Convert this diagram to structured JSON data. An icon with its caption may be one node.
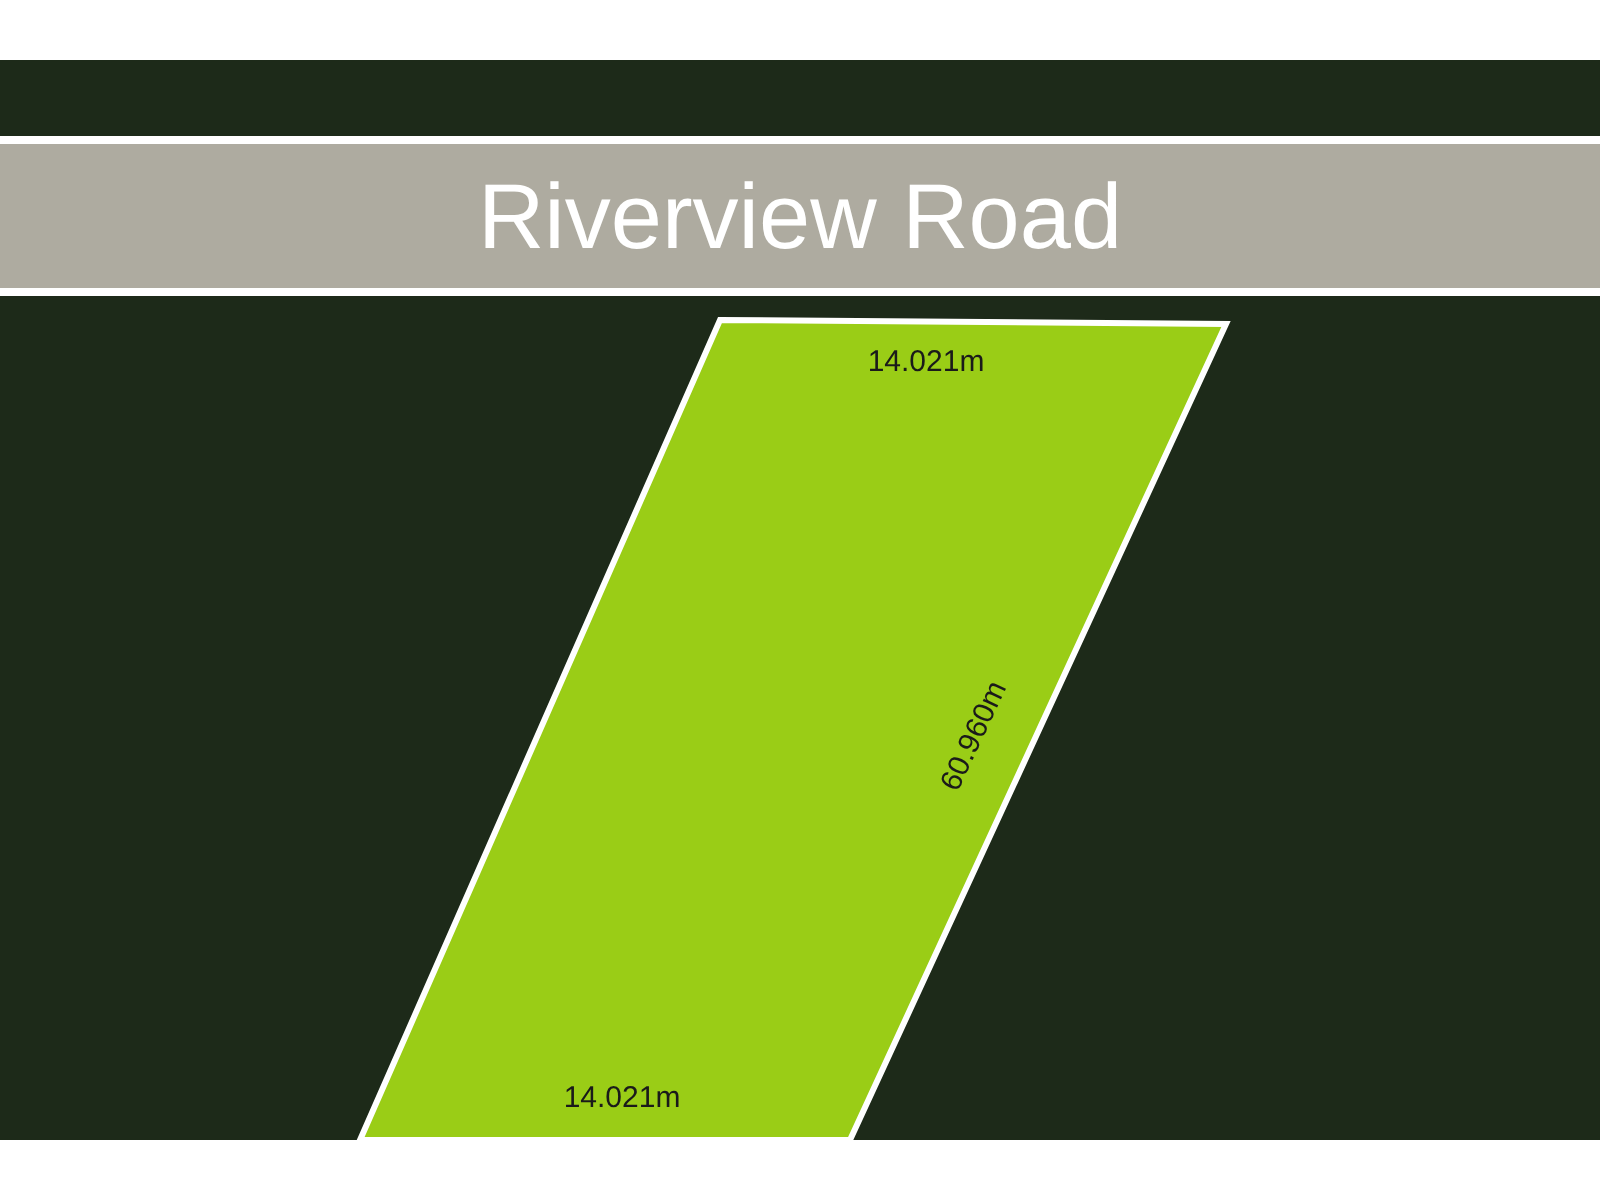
{
  "diagram": {
    "nodes": [
      {
        "text": [
          "Riverview Road"
        ]
      }
    ],
    "labels": [
      "14.021m",
      "60.960m",
      "14.021m"
    ]
  }
}
